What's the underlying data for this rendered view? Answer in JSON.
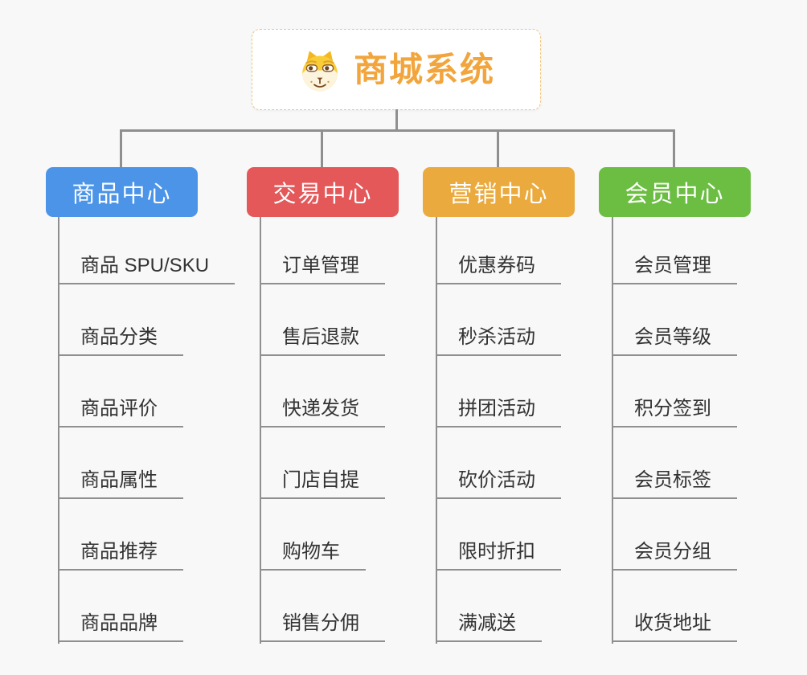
{
  "root": {
    "title": "商城系统",
    "icon": "dog-face-icon"
  },
  "colors": {
    "root_text": "#f2a53c",
    "root_border": "#f0c685",
    "connector": "#8f8f8f",
    "leaf_text": "#333333",
    "background": "#f8f8f8"
  },
  "branches": [
    {
      "label": "商品中心",
      "color": "#4b94e8",
      "items": [
        "商品 SPU/SKU",
        "商品分类",
        "商品评价",
        "商品属性",
        "商品推荐",
        "商品品牌"
      ]
    },
    {
      "label": "交易中心",
      "color": "#e4585a",
      "items": [
        "订单管理",
        "售后退款",
        "快递发货",
        "门店自提",
        "购物车",
        "销售分佣"
      ]
    },
    {
      "label": "营销中心",
      "color": "#ebaa3d",
      "items": [
        "优惠券码",
        "秒杀活动",
        "拼团活动",
        "砍价活动",
        "限时折扣",
        "满减送"
      ]
    },
    {
      "label": "会员中心",
      "color": "#6cbe43",
      "items": [
        "会员管理",
        "会员等级",
        "积分签到",
        "会员标签",
        "会员分组",
        "收货地址"
      ]
    }
  ]
}
